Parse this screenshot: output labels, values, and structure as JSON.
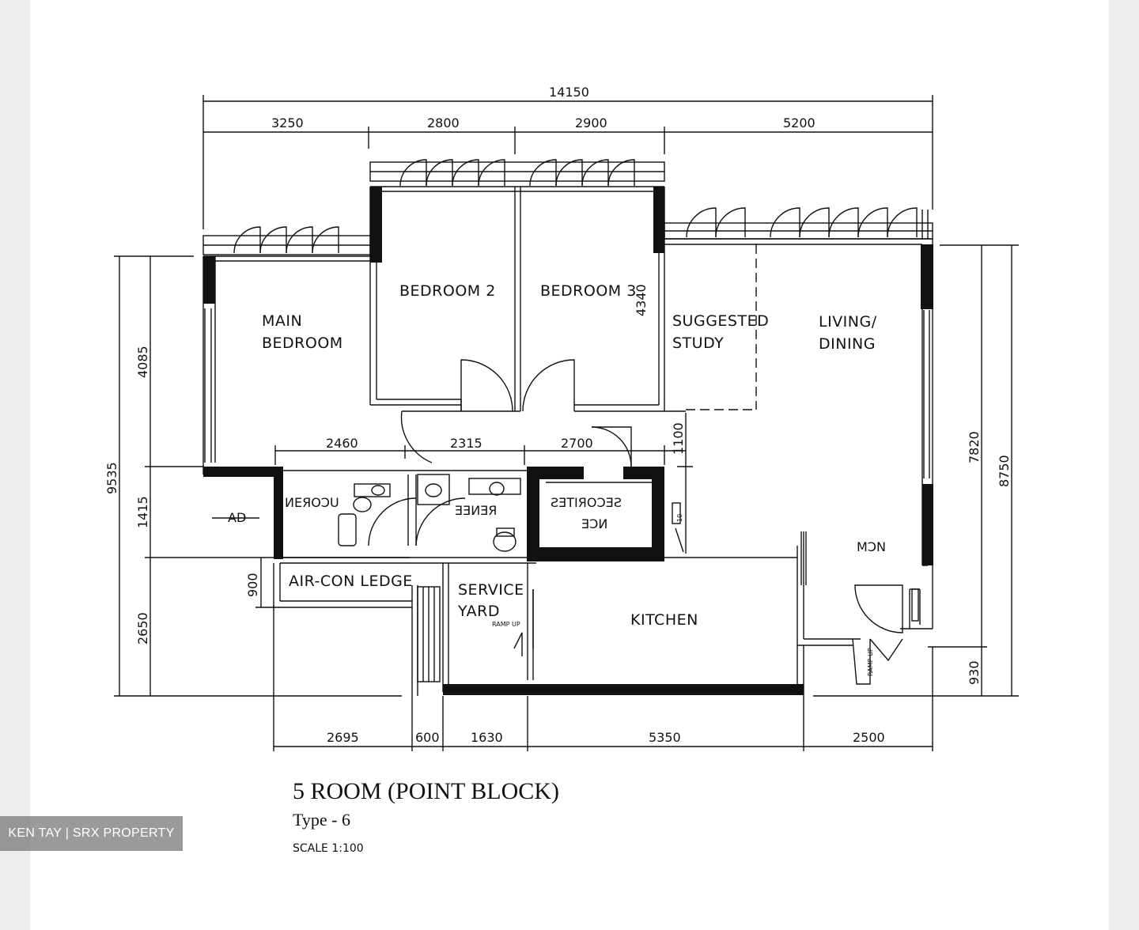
{
  "plan": {
    "title": "5 ROOM (POINT BLOCK)",
    "type": "Type - 6",
    "scale": "SCALE 1:100",
    "rooms": {
      "main_bedroom_1": "MAIN",
      "main_bedroom_2": "BEDROOM",
      "bedroom2": "BEDROOM 2",
      "bedroom3": "BEDROOM 3",
      "study_1": "SUGGESTED",
      "study_2": "STUDY",
      "living_1": "LIVING/",
      "living_2": "DINING",
      "bath_left": "ИEЯOƆU",
      "bath_right": "ƎƎИƎЯ",
      "shelter_1": "ƧƎTIЯOƆƎƧ",
      "shelter_2": "ƎƆИ",
      "mdn": "MƆN",
      "ac_ledge": "AIR-CON LEDGE",
      "service_1": "SERVICE",
      "service_2": "YARD",
      "kitchen": "KITCHEN",
      "ramp_up": "RAMP UP",
      "ramp_up_side": "RAMP UP",
      "ac_small": "AD",
      "tag_small": "10"
    },
    "dims": {
      "overall_width": "14150",
      "top_1": "3250",
      "top_2": "2800",
      "top_3": "2900",
      "top_4": "5200",
      "bedroom_depth": "4340",
      "left_upper": "4085",
      "left_total": "9535",
      "left_mid": "1415",
      "left_ledge": "900",
      "left_lower": "2650",
      "right_upper": "7820",
      "right_total": "8750",
      "right_lower": "930",
      "mid_1": "2460",
      "mid_2": "2315",
      "mid_3": "2700",
      "mid_right": "1100",
      "bot_1": "2695",
      "bot_2": "600",
      "bot_3": "1630",
      "bot_4": "5350",
      "bot_5": "2500"
    }
  },
  "watermark": "KEN TAY | SRX PROPERTY"
}
